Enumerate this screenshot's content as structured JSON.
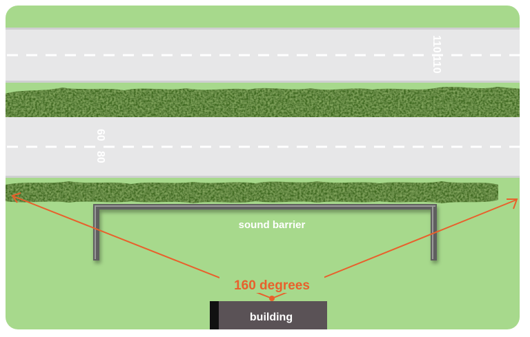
{
  "diagram": {
    "barrier_label": "sound barrier",
    "angle_label": "160 degrees",
    "building_label": "building",
    "upper_road_markings": [
      "110",
      "110"
    ],
    "lower_road_markings": [
      "60",
      "80"
    ]
  },
  "colors": {
    "grass": "#a7d98c",
    "road": "#e7e7e8",
    "lane_dash": "#ffffff",
    "hedge": "#3f6a22",
    "barrier": "#606060",
    "arrow": "#e8602c",
    "building": "#5a5256"
  }
}
